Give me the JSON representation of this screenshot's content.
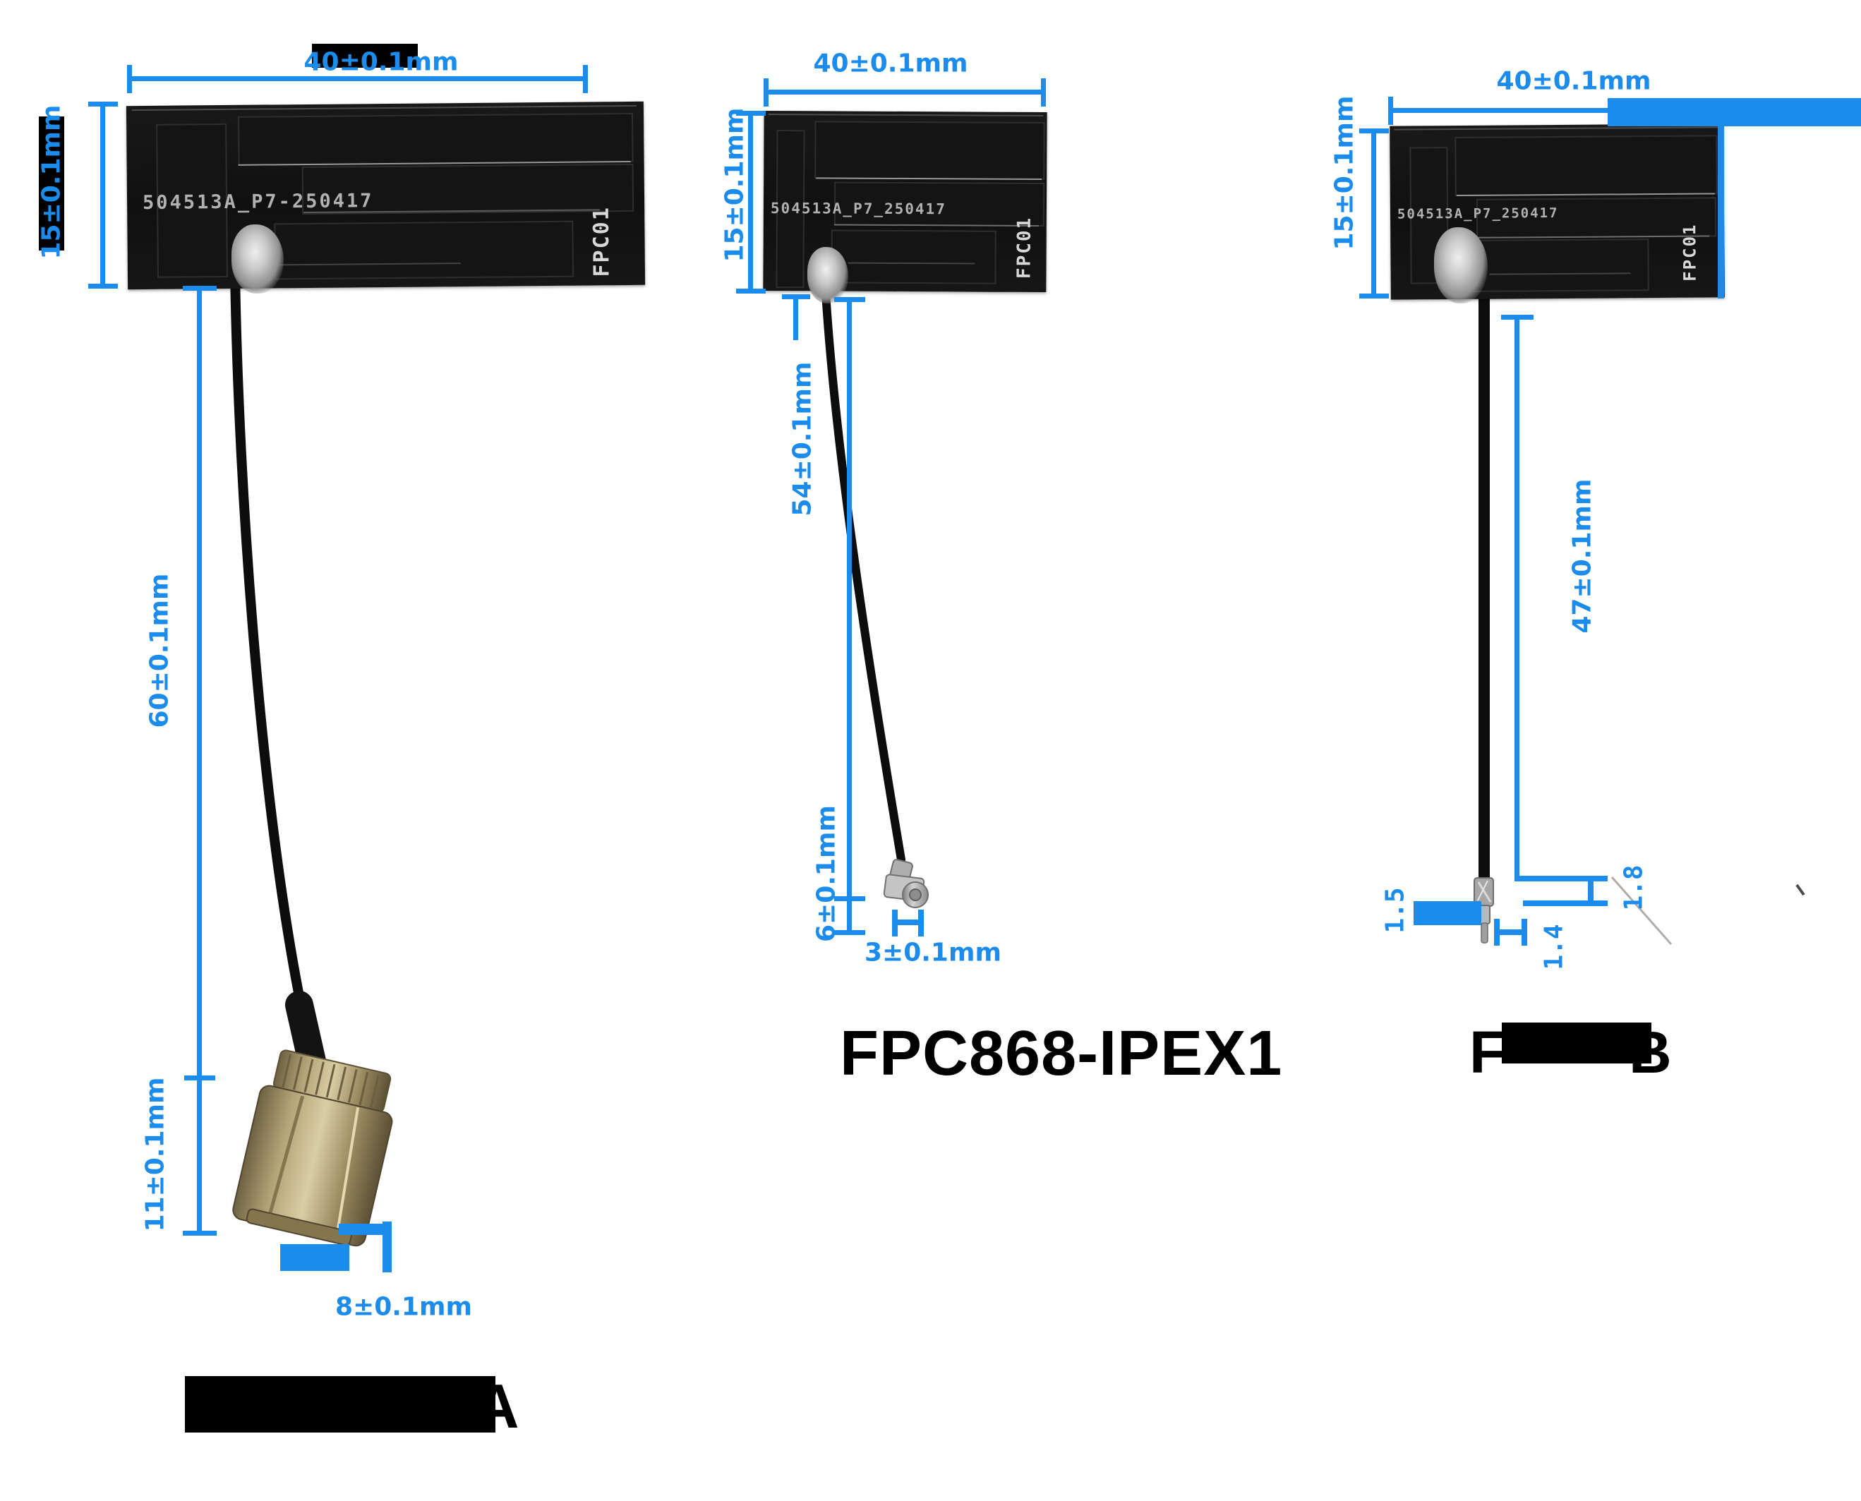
{
  "accent": "#1b8ceb",
  "antennas": [
    {
      "width_label": "40±0.1mm",
      "height_label": "15±0.1mm",
      "cable_label": "60±0.1mm",
      "connector_length_label": "11±0.1mm",
      "connector_width_label": "8±0.1mm",
      "silkscreen": "504513A_P7-250417",
      "corner_mark": "FPC01",
      "name_visible": "A"
    },
    {
      "width_label": "40±0.1mm",
      "height_label": "15±0.1mm",
      "cable_label": "54±0.1mm",
      "connector_length_label": "6±0.1mm",
      "connector_width_label": "3±0.1mm",
      "silkscreen": "504513A_P7_250417",
      "corner_mark": "FPC01",
      "name": "FPC868-IPEX1"
    },
    {
      "width_label": "40±0.1mm",
      "height_label": "15±0.1mm",
      "cable_label": "47±0.1mm",
      "braid_dim_label": "1.8",
      "tip_dim_label": "1.4",
      "strip_dim_label": "1.5",
      "silkscreen": "504513A_P7_250417",
      "corner_mark": "FPC01",
      "name_start": "F",
      "name_end": "B"
    }
  ]
}
